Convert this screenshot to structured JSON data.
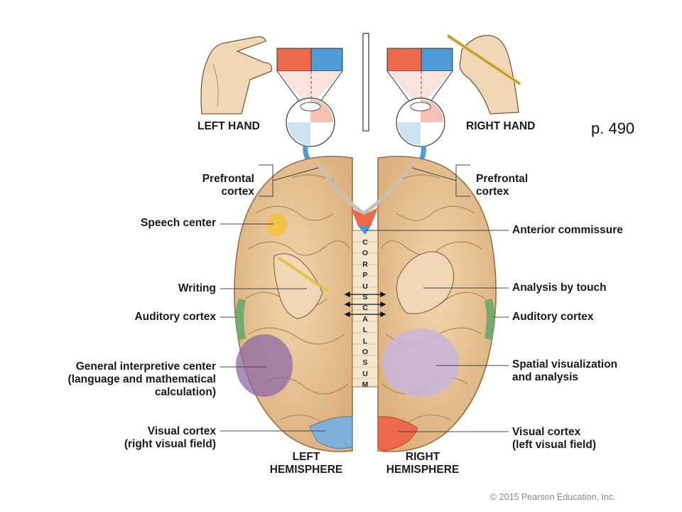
{
  "figure": {
    "hands": {
      "left": "LEFT HAND",
      "right": "RIGHT HAND"
    },
    "page_ref": "p.  490",
    "left_labels": {
      "prefrontal_1": "Prefrontal",
      "prefrontal_2": "cortex",
      "speech": "Speech center",
      "writing": "Writing",
      "auditory": "Auditory cortex",
      "interp_1": "General interpretive center",
      "interp_2": "(language and mathematical",
      "interp_3": "calculation)",
      "visual_1": "Visual cortex",
      "visual_2": "(right visual field)"
    },
    "right_labels": {
      "prefrontal_1": "Prefrontal",
      "prefrontal_2": "cortex",
      "anterior": "Anterior commissure",
      "touch": "Analysis by touch",
      "auditory": "Auditory cortex",
      "spatial_1": "Spatial visualization",
      "spatial_2": "and analysis",
      "visual_1": "Visual cortex",
      "visual_2": "(left visual field)"
    },
    "hemispheres": {
      "left_1": "LEFT",
      "left_2": "HEMISPHERE",
      "right_1": "RIGHT",
      "right_2": "HEMISPHERE"
    },
    "corpus_callosum_letters": [
      "C",
      "O",
      "R",
      "P",
      "U",
      "S",
      "C",
      "A",
      "L",
      "L",
      "O",
      "S",
      "U",
      "M"
    ],
    "copyright": "© 2015 Pearson Education, Inc."
  },
  "colors": {
    "brain": "#e8c497",
    "brain_outline": "#9a6f45",
    "visual_field_red": "#ec6a4b",
    "visual_field_blue": "#4f9bd8",
    "interpretive_purple": "#8e6aa8",
    "auditory_green": "#6aa86a",
    "speech_yellow": "#f2c23a",
    "skin": "#f1d7b5"
  }
}
